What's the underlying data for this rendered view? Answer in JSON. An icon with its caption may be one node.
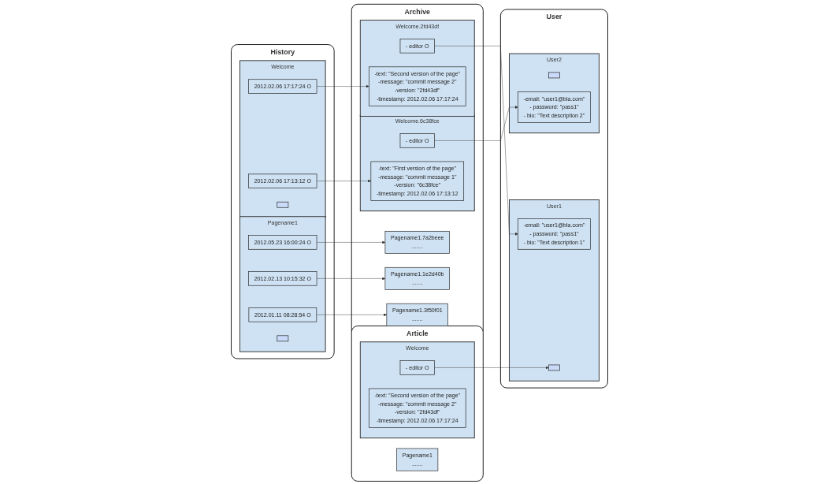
{
  "diagram": {
    "nodes": [
      {
        "text": [
          "Article"
        ]
      },
      {
        "text": [
          "Pagename1",
          "......."
        ],
        "in": 0
      },
      {
        "text": [
          "Welcome"
        ],
        "in": 0
      },
      {
        "text": [
          "- editor O"
        ],
        "in": 2
      },
      {
        "text": [
          "-text: \"Second version of the page\"",
          "-message: \"commit message 2\"",
          "-version: \"2fd43df\"",
          "-timestamp: 2012.02.06 17:17:24"
        ],
        "in": 2
      },
      {
        "text": [
          "User"
        ]
      },
      {
        "text": [
          "User1"
        ],
        "in": 5
      },
      {
        "text": [],
        "shape": "box",
        "in": 6
      },
      {
        "text": [
          "-email: \"user1@bla.com\"",
          "- password: \"pass1\"",
          "- bio: \"Text description 1\""
        ],
        "in": 6
      },
      {
        "text": [
          "User2"
        ],
        "in": 5
      },
      {
        "text": [],
        "shape": "box",
        "in": 9
      },
      {
        "text": [
          "-email: \"user1@bla.com\"",
          "- password: \"pass1\"",
          "- bio: \"Text description 2\""
        ],
        "in": 9
      },
      {
        "text": [
          "History"
        ]
      },
      {
        "text": [
          "Pagename1"
        ],
        "in": 12
      },
      {
        "text": [
          "2012.05.23 16:00:24 O"
        ],
        "in": 13
      },
      {
        "text": [
          "2012.02.13 10:15:32 O"
        ],
        "in": 13
      },
      {
        "text": [
          "2012.01.11 08:28:54 O"
        ],
        "in": 13
      },
      {
        "text": [],
        "shape": "box",
        "in": 13
      },
      {
        "text": [
          "Welcome"
        ],
        "in": 12
      },
      {
        "text": [
          "2012.02.06 17:17:24 O"
        ],
        "in": 18
      },
      {
        "text": [
          "2012.02.06 17:13:12 O"
        ],
        "in": 18
      },
      {
        "text": [],
        "shape": "box",
        "in": 18
      },
      {
        "text": [
          "Archive"
        ]
      },
      {
        "text": [
          "Pagename1.7a2beee",
          "......."
        ],
        "in": 22
      },
      {
        "text": [
          "Pagename1.1e2d40b",
          "......."
        ],
        "in": 22
      },
      {
        "text": [
          "Pagename1.3f50f01",
          "......."
        ],
        "in": 22
      },
      {
        "text": [
          "Welcome.2fd43df"
        ],
        "in": 22
      },
      {
        "text": [
          "- editor O"
        ],
        "in": 26
      },
      {
        "text": [
          "-text: \"Second version of the page\"",
          "-message: \"commit message 2\"",
          "-version: \"2fd43df\"",
          "-timestamp: 2012.02.06 17:17:24"
        ],
        "in": 26
      },
      {
        "text": [
          "Welcome.6c38fce"
        ],
        "in": 22
      },
      {
        "text": [
          "- editor O"
        ],
        "in": 29
      },
      {
        "text": [
          "-text: \"First version of the page\"",
          "-message: \"commit message 1\"",
          "-version: \"6c38fce\"",
          "-timestamp: 2012.02.06 17:13:12"
        ],
        "in": 29
      }
    ],
    "edges": [
      {
        "from": 3,
        "to": 7,
        "arrow": "to"
      },
      {
        "from": 14,
        "to": 23,
        "arrow": "to"
      },
      {
        "from": 15,
        "to": 24,
        "arrow": "to"
      },
      {
        "from": 16,
        "to": 25,
        "arrow": "to"
      },
      {
        "from": 19,
        "to": 28,
        "arrow": "to"
      },
      {
        "from": 20,
        "to": 31,
        "arrow": "to"
      },
      {
        "from": 27,
        "to": 8,
        "arrow": "to"
      },
      {
        "from": 30,
        "to": 11,
        "arrow": "to"
      }
    ]
  }
}
